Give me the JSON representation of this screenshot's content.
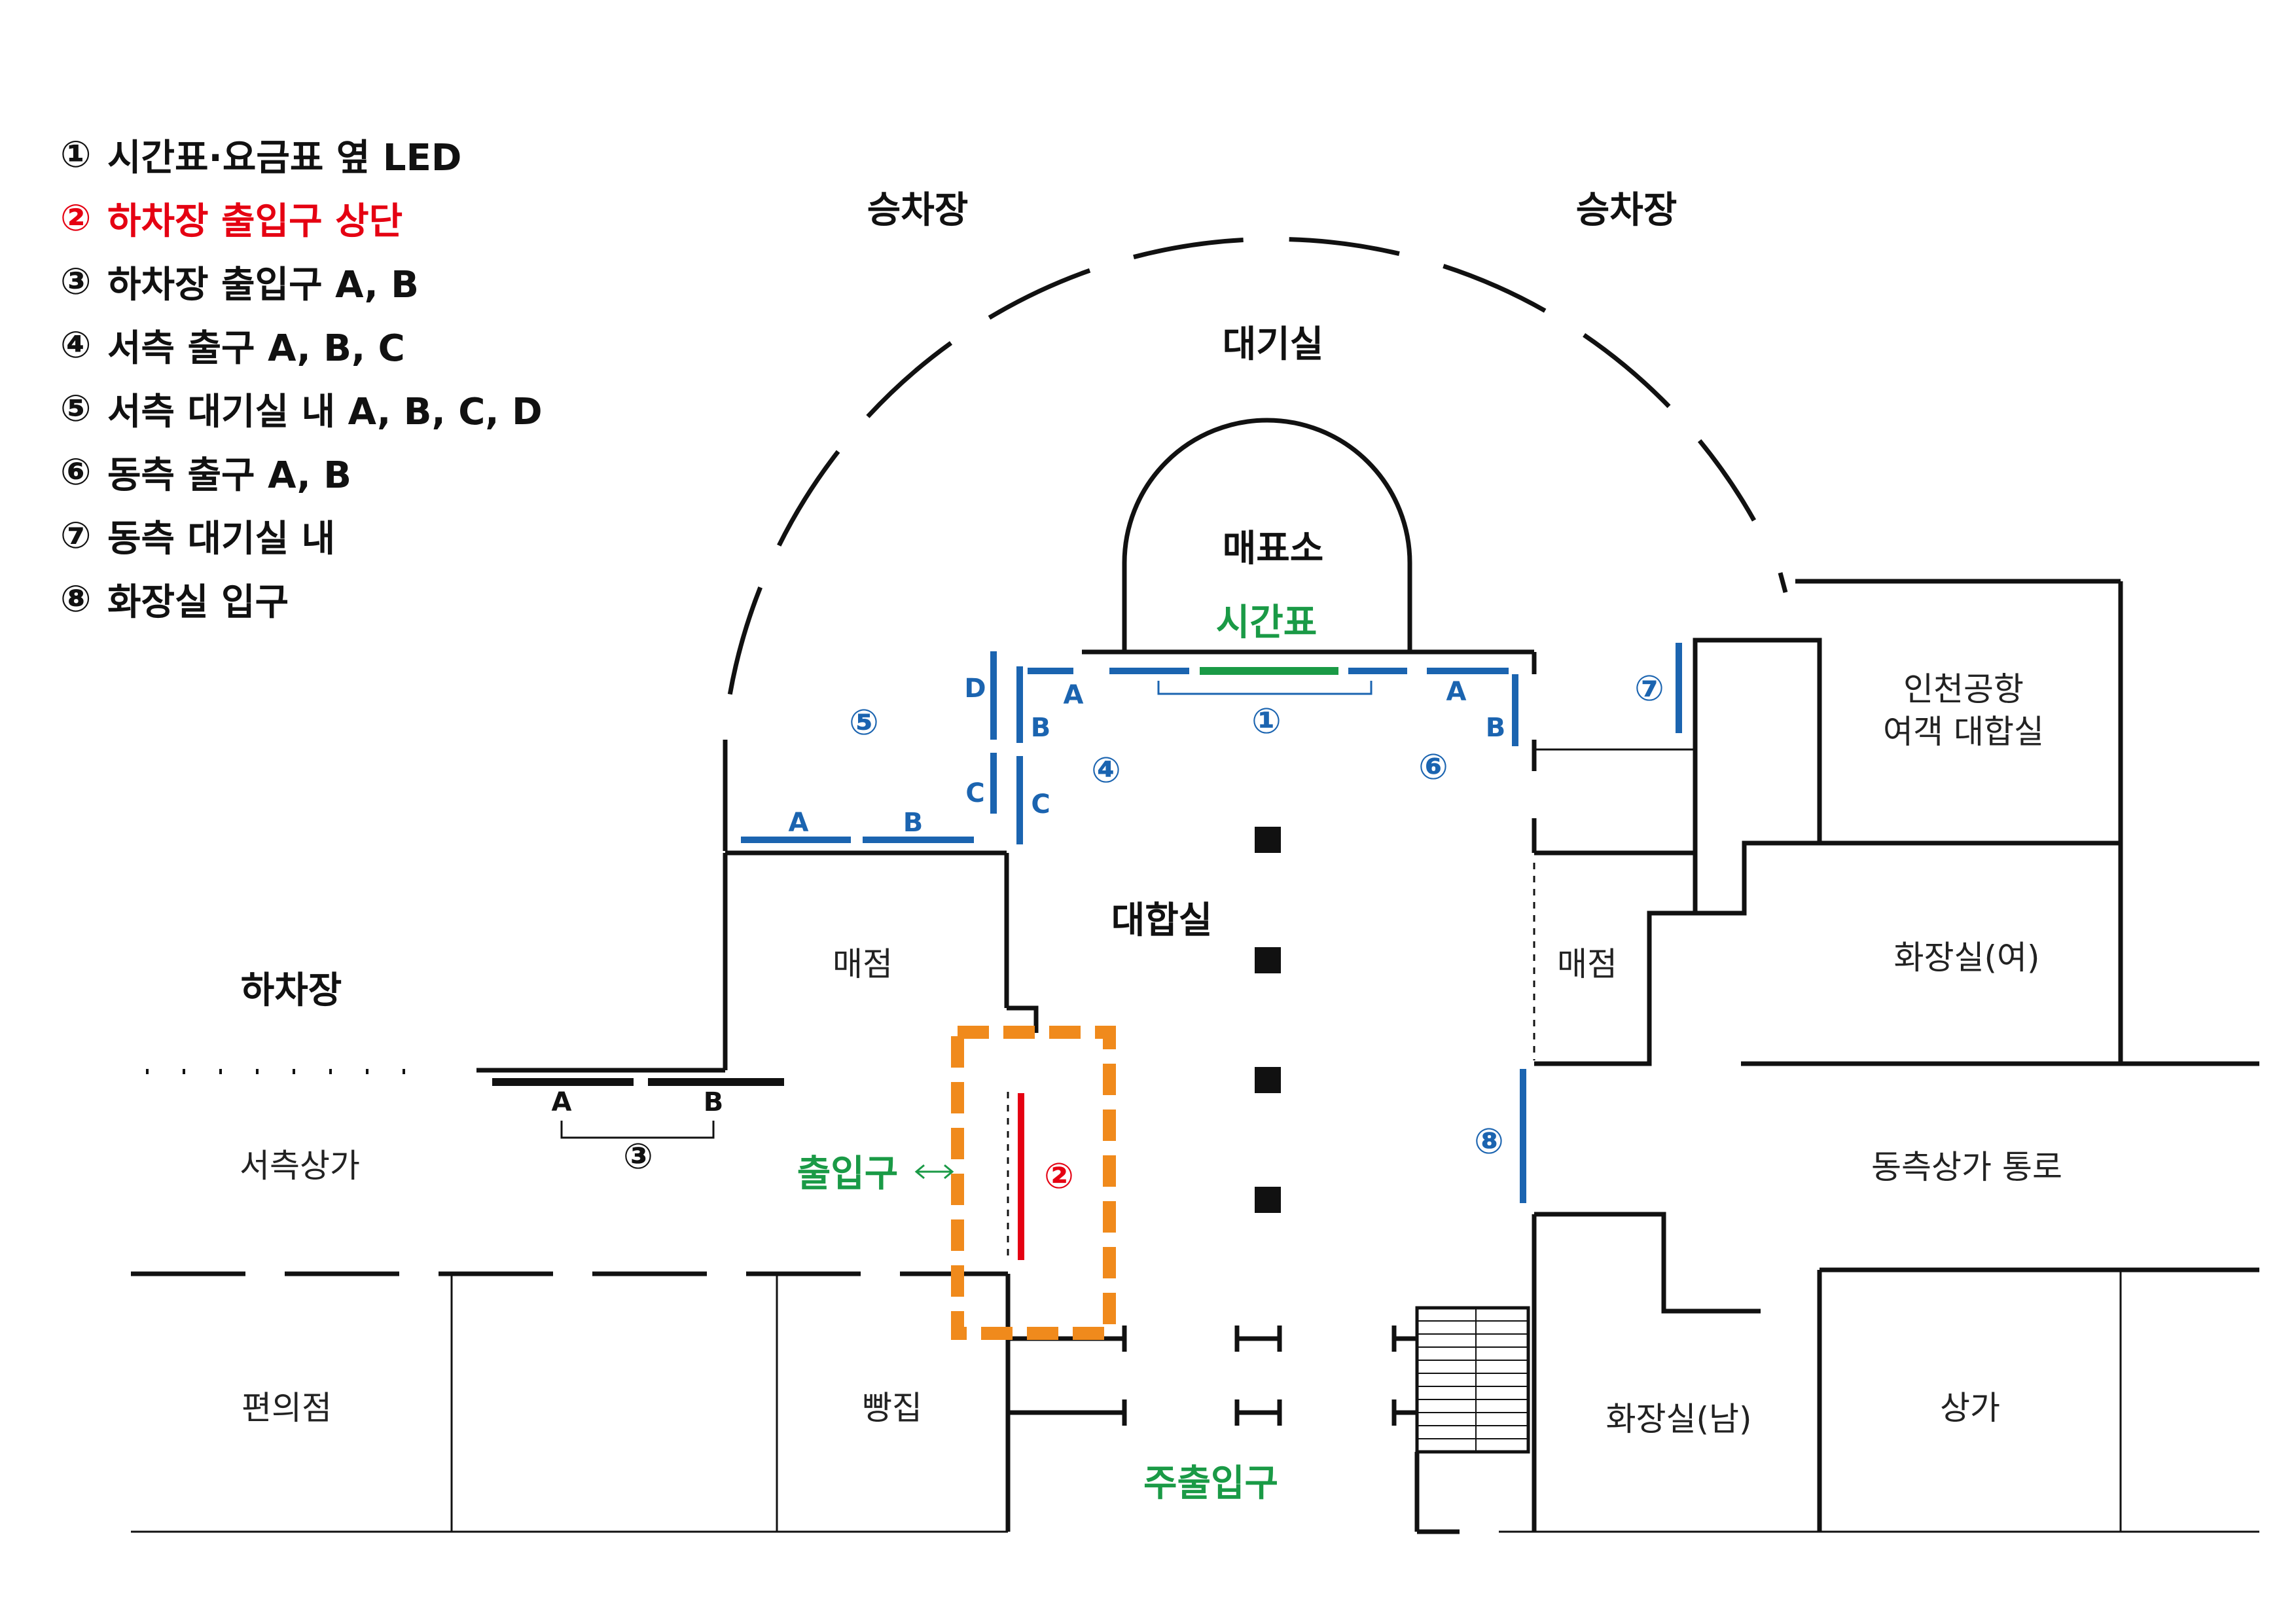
{
  "legend": [
    {
      "num": "①",
      "label": "시간표·요금표 옆 LED",
      "highlight": false
    },
    {
      "num": "②",
      "label": "하차장 출입구 상단",
      "highlight": true
    },
    {
      "num": "③",
      "label": "하차장 출입구 A, B",
      "highlight": false
    },
    {
      "num": "④",
      "label": "서측 출구 A, B, C",
      "highlight": false
    },
    {
      "num": "⑤",
      "label": "서측 대기실 내 A, B, C, D",
      "highlight": false
    },
    {
      "num": "⑥",
      "label": "동측 출구 A, B",
      "highlight": false
    },
    {
      "num": "⑦",
      "label": "동측 대기실 내",
      "highlight": false
    },
    {
      "num": "⑧",
      "label": "화장실 입구",
      "highlight": false
    }
  ],
  "areas": {
    "boarding_left": "승차장",
    "boarding_right": "승차장",
    "waiting_room": "대기실",
    "ticket_office": "매표소",
    "timetable": "시간표",
    "main_hall": "대합실",
    "dropoff": "하차장",
    "shop_left": "매점",
    "shop_right": "매점",
    "west_arcade": "서측상가",
    "entrance": "출입구",
    "main_entrance": "주출입구",
    "convenience_store": "편의점",
    "bakery": "빵집",
    "incheon_airport": "인천공항",
    "passenger_hall": "여객 대합실",
    "restroom_women": "화장실(여)",
    "east_arcade_passage": "동측상가 통로",
    "restroom_men": "화장실(남)",
    "shops": "상가"
  },
  "markers": {
    "m1": "①",
    "m2": "②",
    "m3": "③",
    "m4": "④",
    "m5": "⑤",
    "m6": "⑥",
    "m7": "⑦",
    "m8": "⑧"
  },
  "letters": {
    "a": "A",
    "b": "B",
    "c": "C",
    "d": "D"
  },
  "colors": {
    "wall": "#111111",
    "marker_blue": "#1b64b0",
    "highlight_red": "#e50012",
    "timetable_green": "#1a9a46",
    "dashed_orange": "#f08a1c"
  }
}
